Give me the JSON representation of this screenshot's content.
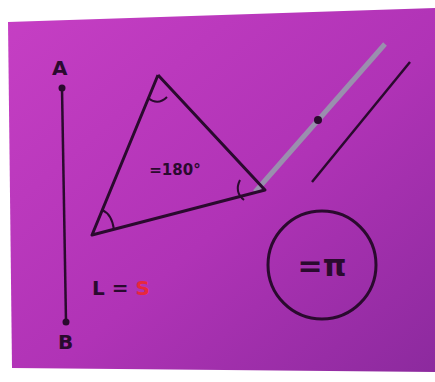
{
  "diagram": {
    "nodes": [
      {
        "text": [
          "=180°"
        ]
      },
      {
        "text": [
          "=π"
        ]
      }
    ],
    "labels": [
      "A",
      "B",
      "L =",
      "S"
    ]
  }
}
